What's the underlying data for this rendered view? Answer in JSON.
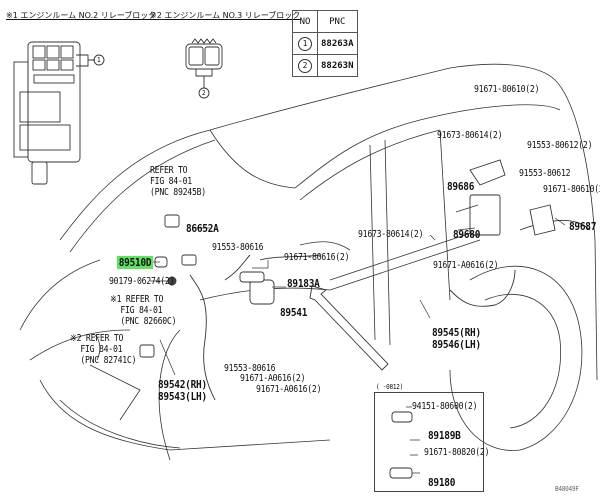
{
  "relay_blocks": [
    {
      "marker": "※1",
      "title": "エンジンルーム NO.2 リレーブロック",
      "callout": "1"
    },
    {
      "marker": "※2",
      "title": "エンジンルーム NO.3 リレーブロック",
      "callout": "2"
    }
  ],
  "pnc_table": {
    "headers": [
      "NO",
      "PNC"
    ],
    "rows": [
      {
        "no": "1",
        "pnc": "88263A"
      },
      {
        "no": "2",
        "pnc": "88263N"
      }
    ]
  },
  "labels": {
    "refer_89245b": [
      "REFER TO",
      "FIG 84-01",
      "(PNC 89245B)"
    ],
    "refer_82660c": [
      "※1 REFER TO",
      "FIG 84-01",
      "(PNC 82660C)"
    ],
    "refer_82741c": [
      "※2 REFER TO",
      "FIG 84-01",
      "(PNC 82741C)"
    ],
    "p86652a": "86652A",
    "p91553_80616_a": "91553-80616",
    "p89510d": "89510D",
    "p90179": "90179-06274(2)",
    "p91671_80616": "91671-80616(2)",
    "p89183a": "89183A",
    "p89541": "89541",
    "p91553_80616_b": "91553-80616",
    "p91671_a0616_a": "91671-A0616(2)",
    "p91671_a0616_b": "91671-A0616(2)",
    "p89542": "89542(RH)",
    "p89543": "89543(LH)",
    "p91671_80610_top": "91671-80610(2)",
    "p91673_80614_top": "91673-80614(2)",
    "p91553_80612_2": "91553-80612(2)",
    "p91553_80612": "91553-80612",
    "p91671_80610_r": "91671-80610(2)",
    "p89686": "89686",
    "p89687": "89687",
    "p91673_80614_mid": "91673-80614(2)",
    "p89680": "89680",
    "p91671_a0616_r": "91671-A0616(2)",
    "p89545": "89545(RH)",
    "p89546": "89546(LH)"
  },
  "inset": {
    "range": "(    -0812)",
    "parts": [
      "94151-80600(2)",
      "89189B",
      "91671-80820(2)",
      "89180"
    ]
  },
  "figure_id": "B48049F",
  "highlight_color": "#5fe35f"
}
